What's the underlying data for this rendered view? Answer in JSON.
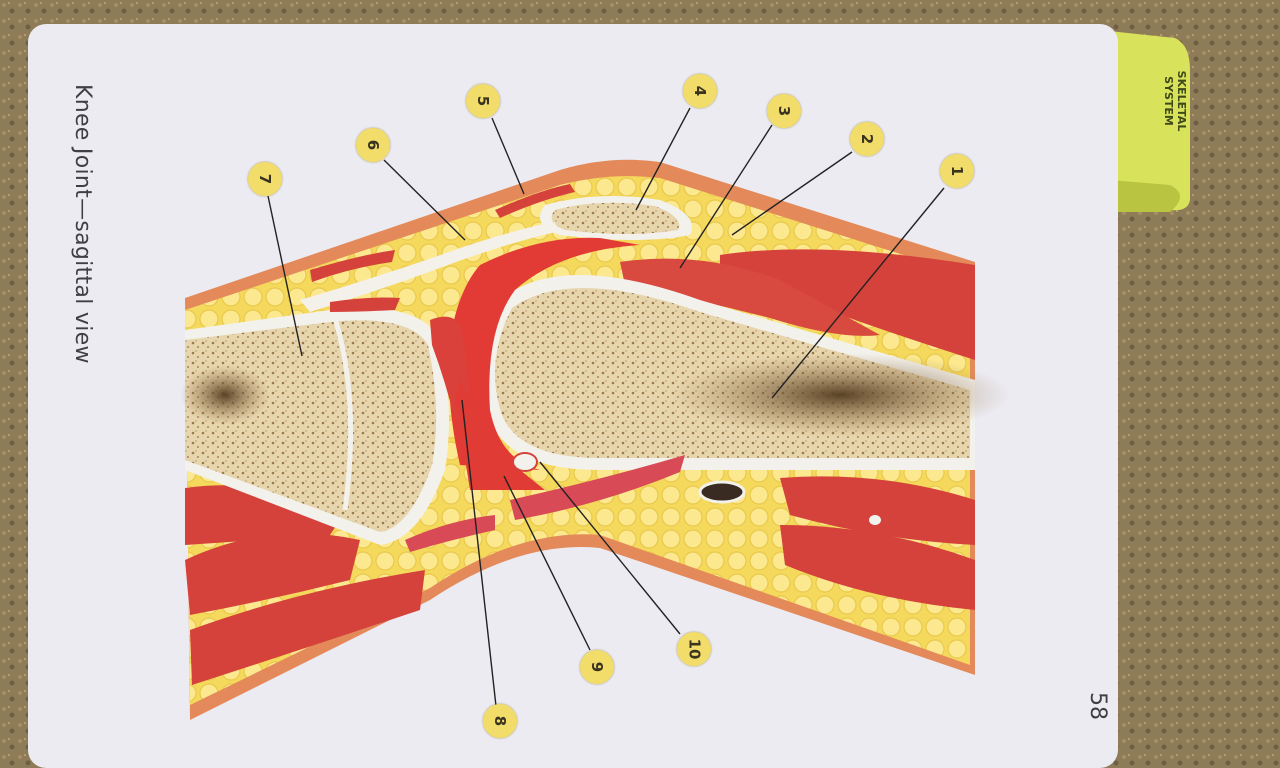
{
  "card": {
    "title": "Knee Joint—sagittal view",
    "page_number": "58",
    "tab_label": "SKELETAL SYSTEM"
  },
  "callouts": [
    {
      "label": "1"
    },
    {
      "label": "2"
    },
    {
      "label": "3"
    },
    {
      "label": "4"
    },
    {
      "label": "5"
    },
    {
      "label": "6"
    },
    {
      "label": "7"
    },
    {
      "label": "8"
    },
    {
      "label": "9"
    },
    {
      "label": "10"
    }
  ],
  "colors": {
    "card": "#ecebf2",
    "tab": "#d9e35a",
    "skin": "#e58a5c",
    "fat": "#f6dc62",
    "muscle": "#d8443e",
    "bone": "#e6d4ad",
    "cartilage": "#f3f1ec",
    "callout": "#f2dd6a"
  }
}
